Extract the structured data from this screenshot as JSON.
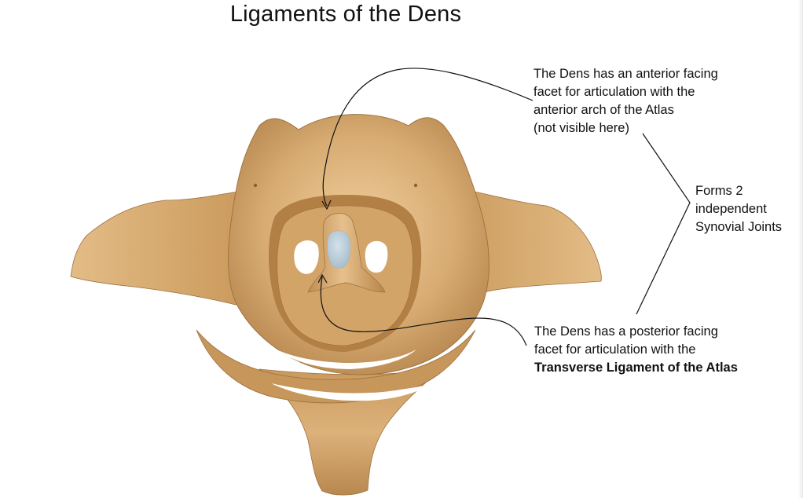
{
  "title": "Ligaments of the Dens",
  "notes": {
    "anterior": {
      "lines": [
        "The Dens has an anterior facing",
        "facet for articulation with the",
        "anterior arch of the Atlas",
        "(not visible here)"
      ]
    },
    "synovial": {
      "lines": [
        "Forms 2",
        "independent",
        "Synovial Joints"
      ]
    },
    "posterior": {
      "lines": [
        "The Dens has a posterior facing",
        "facet for articulation with the"
      ],
      "emphasis": "Transverse Ligament of the Atlas"
    }
  },
  "colors": {
    "bone": "#d8ac73",
    "bone_shadow": "#a87a45",
    "bone_highlight": "#efcf9c",
    "facet": "#b9ccd8",
    "background": "#ffffff",
    "text": "#111111"
  }
}
